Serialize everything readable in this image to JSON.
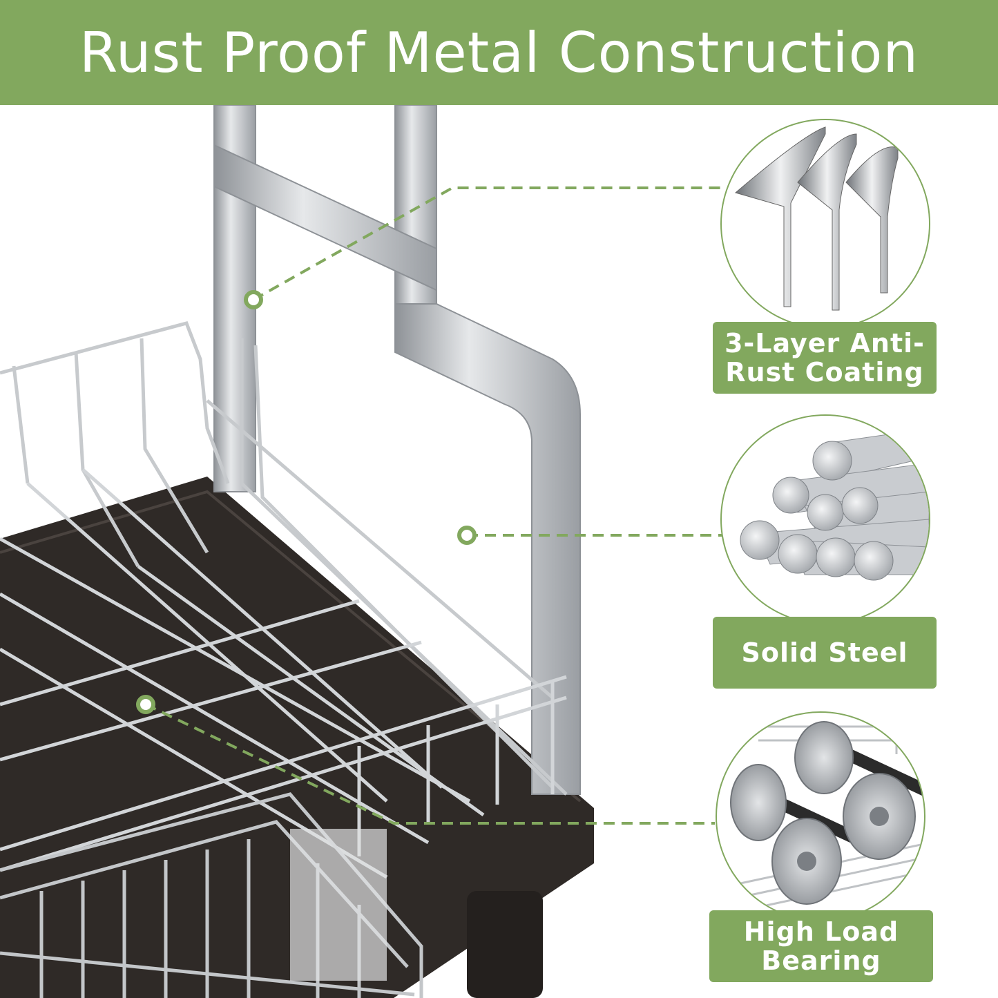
{
  "banner": {
    "title": "Rust Proof Metal Construction",
    "color": "#82a85e"
  },
  "features": [
    {
      "label": "3-Layer Anti-Rust Coating",
      "icon": "stainless-sheet-layers-image"
    },
    {
      "label": "Solid Steel",
      "icon": "steel-rods-bundle-image"
    },
    {
      "label": "High Load Bearing",
      "icon": "dumbbells-on-rack-image"
    }
  ],
  "product": {
    "icon": "dish-drying-rack-image"
  },
  "colors": {
    "accent": "#82a85e",
    "tray": "#2f2a27",
    "steel": "#b9bcc0"
  }
}
